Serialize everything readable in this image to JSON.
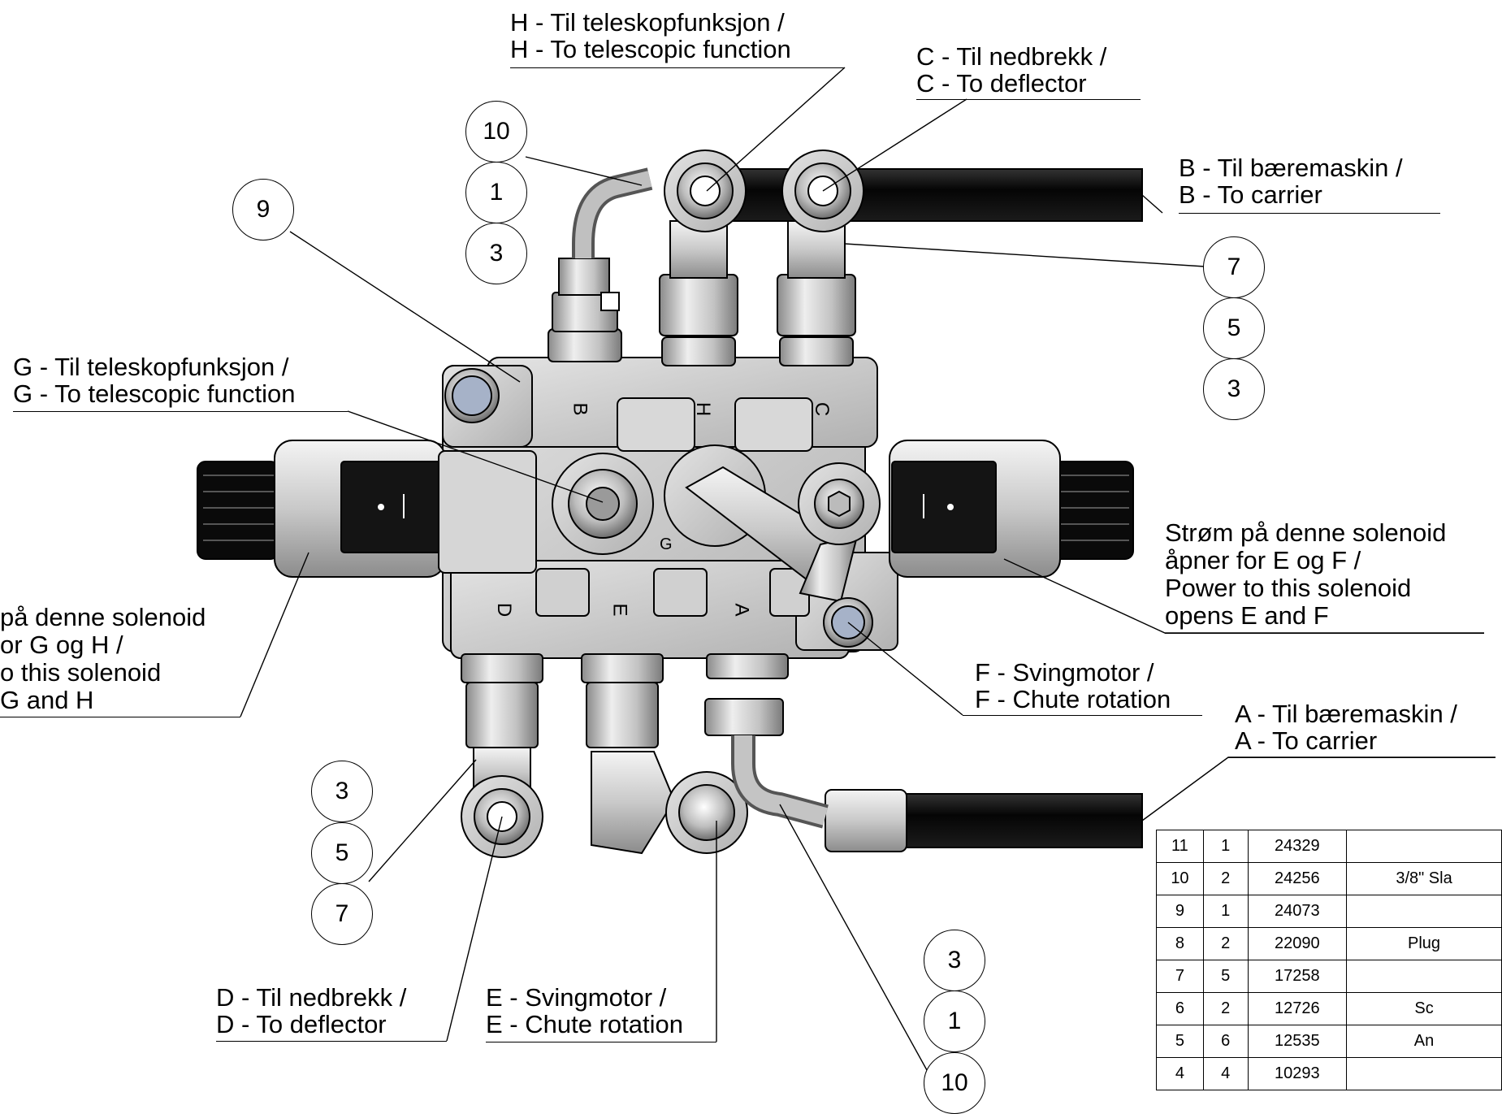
{
  "labels": {
    "h_no": "H - Til teleskopfunksjon /",
    "h_en": "H - To telescopic function",
    "c_no": "C - Til nedbrekk /",
    "c_en": "C - To deflector",
    "b_no": "B - Til bæremaskin /",
    "b_en": "B - To carrier",
    "g_no": "G - Til teleskopfunksjon /",
    "g_en": "G - To telescopic function",
    "sol_right": [
      "Strøm på denne solenoid",
      "åpner for E og F /",
      "Power to this solenoid",
      "opens E and F"
    ],
    "sol_left": [
      "på denne solenoid",
      "or G og H /",
      "o this solenoid",
      "G and H"
    ],
    "f_no": "F - Svingmotor /",
    "f_en": "F - Chute rotation",
    "a_no": "A - Til bæremaskin /",
    "a_en": "A - To carrier",
    "d_no": "D - Til nedbrekk /",
    "d_en": "D - To deflector",
    "e_no": "E - Svingmotor /",
    "e_en": "E - Chute rotation"
  },
  "port_letters": [
    "B",
    "H",
    "C",
    "G",
    "D",
    "E",
    "A"
  ],
  "balloons": {
    "top_stack": [
      "10",
      "1",
      "3"
    ],
    "left_9": "9",
    "right_stack": [
      "7",
      "5",
      "3"
    ],
    "left_bottom_stack": [
      "3",
      "5",
      "7"
    ],
    "bottom_right_stack": [
      "3",
      "1",
      "10"
    ]
  },
  "bom": {
    "rows": [
      {
        "item": "11",
        "qty": "1",
        "part": "24329",
        "desc": ""
      },
      {
        "item": "10",
        "qty": "2",
        "part": "24256",
        "desc": "3/8\" Sla"
      },
      {
        "item": "9",
        "qty": "1",
        "part": "24073",
        "desc": ""
      },
      {
        "item": "8",
        "qty": "2",
        "part": "22090",
        "desc": "Plug"
      },
      {
        "item": "7",
        "qty": "5",
        "part": "17258",
        "desc": ""
      },
      {
        "item": "6",
        "qty": "2",
        "part": "12726",
        "desc": "Sc"
      },
      {
        "item": "5",
        "qty": "6",
        "part": "12535",
        "desc": "An"
      },
      {
        "item": "4",
        "qty": "4",
        "part": "10293",
        "desc": ""
      }
    ]
  }
}
